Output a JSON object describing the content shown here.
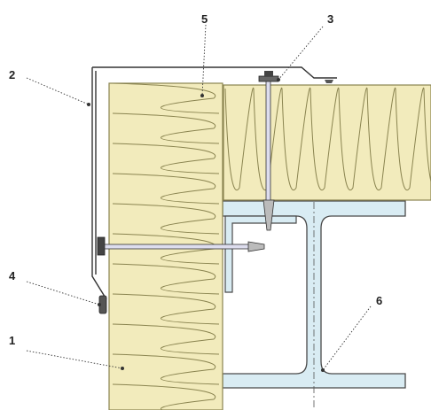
{
  "callouts": [
    {
      "id": "1",
      "text": "1"
    },
    {
      "id": "2",
      "text": "2"
    },
    {
      "id": "3",
      "text": "3"
    },
    {
      "id": "4",
      "text": "4"
    },
    {
      "id": "5",
      "text": "5"
    },
    {
      "id": "6",
      "text": "6"
    }
  ],
  "colors": {
    "insulation": "#f2ebbc",
    "insulation_line": "#8a8450",
    "steel": "#d9ecf3",
    "steel_line": "#4a4a4a",
    "flashing": "#333333",
    "leader": "#333333"
  }
}
